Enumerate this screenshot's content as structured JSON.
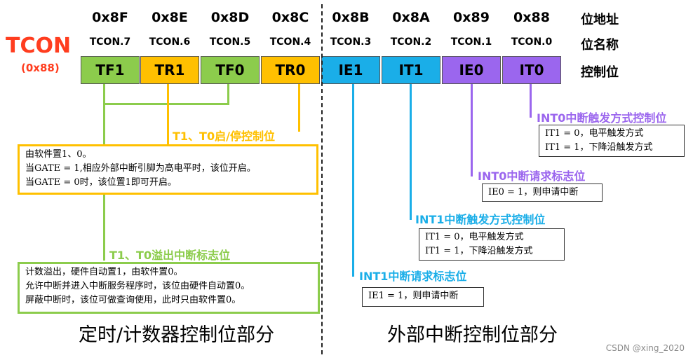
{
  "register": {
    "name": "TCON",
    "address": "(0x88)"
  },
  "row_labels": {
    "addr": "位地址",
    "bitname": "位名称",
    "ctrl": "控制位"
  },
  "bits": [
    {
      "addr": "0x8F",
      "name": "TCON.7",
      "label": "TF1",
      "color": "#8ccc4c"
    },
    {
      "addr": "0x8E",
      "name": "TCON.6",
      "label": "TR1",
      "color": "#ffc000"
    },
    {
      "addr": "0x8D",
      "name": "TCON.5",
      "label": "TF0",
      "color": "#8ccc4c"
    },
    {
      "addr": "0x8C",
      "name": "TCON.4",
      "label": "TR0",
      "color": "#ffc000"
    },
    {
      "addr": "0x8B",
      "name": "TCON.3",
      "label": "IE1",
      "color": "#1aaee8"
    },
    {
      "addr": "0x8A",
      "name": "TCON.2",
      "label": "IT1",
      "color": "#1aaee8"
    },
    {
      "addr": "0x89",
      "name": "TCON.1",
      "label": "IE0",
      "color": "#9b66ee"
    },
    {
      "addr": "0x88",
      "name": "TCON.0",
      "label": "IT0",
      "color": "#9b66ee"
    }
  ],
  "colors": {
    "green": "#8ccc4c",
    "orange": "#ffc000",
    "blue": "#1aaee8",
    "purple": "#9b66ee",
    "red": "#ff3d1f"
  },
  "annotations": {
    "tr": {
      "title": "T1、T0启/停控制位",
      "lines": [
        "由软件置1、0。",
        "当GATE = 1,相应外部中断引脚为高电平时，该位开启。",
        "当GATE = 0时，该位置1即可开启。"
      ]
    },
    "tf": {
      "title": "T1、T0溢出中断标志位",
      "lines": [
        "计数溢出，硬件自动置1，由软件置0。",
        "允许中断并进入中断服务程序时，该位由硬件自动置0。",
        "屏蔽中断时，该位可做查询使用，此时只由软件置0。"
      ]
    },
    "it0": {
      "title": "INT0中断触发方式控制位",
      "lines": [
        "IT1 = 0，电平触发方式",
        "IT1 = 1，下降沿触发方式"
      ]
    },
    "ie0": {
      "title": "INT0中断请求标志位",
      "lines": [
        "IE0 = 1，则申请中断"
      ]
    },
    "it1": {
      "title": "INT1中断触发方式控制位",
      "lines": [
        "IT1 = 0，电平触发方式",
        "IT1 = 1，下降沿触发方式"
      ]
    },
    "ie1": {
      "title": "INT1中断请求标志位",
      "lines": [
        "IE1 = 1，则申请中断"
      ]
    }
  },
  "sections": {
    "left": "定时/计数器控制位部分",
    "right": "外部中断控制位部分"
  },
  "watermark": "CSDN @xing_2020"
}
